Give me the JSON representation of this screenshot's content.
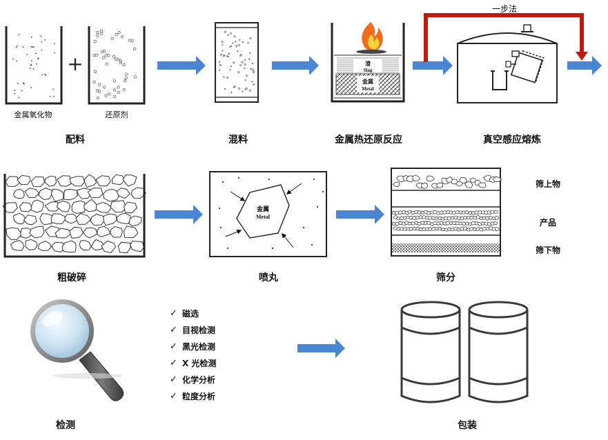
{
  "row1": {
    "oxide_label": "金属氧化物",
    "reductant_label": "还原剂",
    "plus": "+",
    "batching": "配料",
    "mixing": "混料",
    "thermite": "金属热还原反应",
    "vim": "真空感应熔炼",
    "one_step": "一步法",
    "slag_cn": "渣",
    "slag_en": "Slag",
    "metal_cn": "金属",
    "metal_en": "Metal"
  },
  "row2": {
    "crushing": "粗破碎",
    "shot": "喷丸",
    "screening": "筛分",
    "metal_cn": "金属",
    "metal_en": "Metal",
    "oversize": "筛上物",
    "product": "产品",
    "undersize": "筛下物"
  },
  "row3": {
    "inspection": "检测",
    "packaging": "包装",
    "checks": [
      "磁选",
      "目视检测",
      "黑光检测",
      "X 光检测",
      "化学分析",
      "粒度分析"
    ]
  },
  "colors": {
    "arrow": "#4a86d2",
    "one_step_line": "#c0190e",
    "flame_outer": "#f26a1b",
    "flame_inner": "#fbd33a",
    "outline": "#222222"
  }
}
